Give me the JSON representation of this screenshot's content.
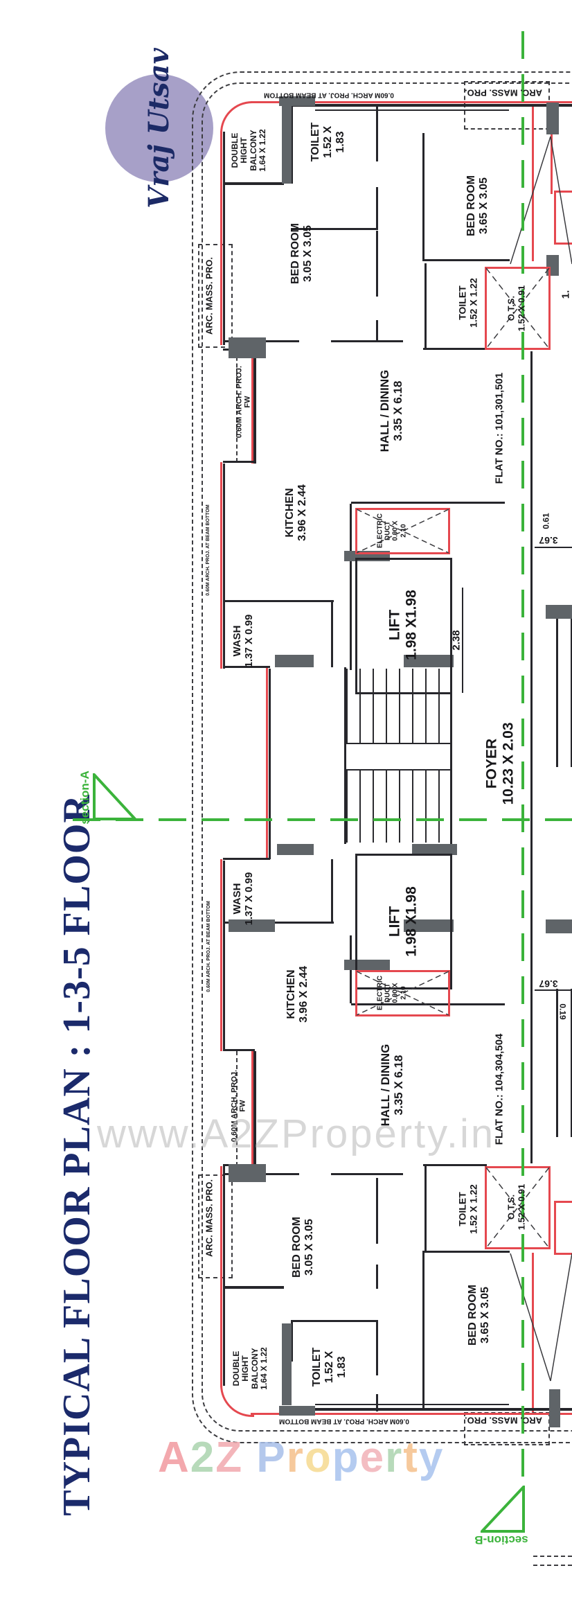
{
  "brand": {
    "line1": "Vraj",
    "line2": "Utsav",
    "circle_color": "#a7a0c8",
    "ink_color": "#1c2a66"
  },
  "title": "TYPICAL FLOOR PLAN : 1-3-5 FLOOR",
  "watermark": "www.A2ZProperty.in",
  "sections": {
    "a": "section-A",
    "b": "section-B",
    "green": "#3bb33b"
  },
  "accents": {
    "wall_red": "#e5484f",
    "wall_black": "#26262b",
    "column_gray": "#5f6468"
  },
  "annotations": {
    "beam_top": "0.60M ARCH. PROJ. AT BEAM BOTTOM",
    "beam_bottom": "0.60M ARCH. PROJ. AT BEAM BOTTOM",
    "beam_side_top": "0.60M ARCH. PROJ. AT BEAM BOTTOM",
    "beam_side_bottom": "0.60M ARCH. PROJ. AT BEAM BOTTOM",
    "arc_mass_left_top": "ARC. MASS. PRO.",
    "arc_mass_right_top": "ARC. MASS. PRO.",
    "arc_mass_left_bottom": "ARC. MASS. PRO.",
    "arc_mass_right_bottom": "ARC. MASS. PRO.",
    "arch_fw_top": {
      "l1": "0.60M ARCH. PROJ.",
      "l2": "FW"
    },
    "arch_fw_bottom": {
      "l1": "0.60M ARCH. PROJ.",
      "l2": "FW"
    }
  },
  "dims": {
    "lift_front": "2.38",
    "foyer_right_top": "3.67",
    "foyer_right_bottom": "3.67",
    "right_top": "0.61",
    "right_bottom": "0.19",
    "cut_right": "1."
  },
  "foyer": {
    "name": "FOYER",
    "size": "10.23 X 2.03"
  },
  "flat_top": {
    "flat_no": "FLAT NO.: 101,301,501",
    "balcony": {
      "l1": "DOUBLE",
      "l2": "HIGHT",
      "l3": "BALCONY",
      "size": "1.64 X 1.22"
    },
    "toilet_main": {
      "name": "TOILET",
      "s1": "1.52 X",
      "s2": "1.83"
    },
    "bedroom_left": {
      "name": "BED ROOM",
      "size": "3.05 X 3.05"
    },
    "bedroom_right": {
      "name": "BED ROOM",
      "size": "3.65 X 3.05"
    },
    "toilet_small": {
      "name": "TOILET",
      "size": "1.52 X 1.22"
    },
    "ots": {
      "name": "O.T.S.",
      "size": "1.52 X 0.91"
    },
    "hall": {
      "name": "HALL / DINING",
      "size": "3.35 X 6.18"
    },
    "kitchen": {
      "name": "KITCHEN",
      "size": "3.96 X 2.44"
    },
    "wash": {
      "name": "WASH",
      "size": "1.37 X 0.99"
    },
    "duct": {
      "l1": "ELECTRIC",
      "l2": "DUCT",
      "s1": "0.90 X",
      "s2": "2.10"
    },
    "lift": {
      "name": "LIFT",
      "size": "1.98 X1.98"
    }
  },
  "flat_bottom": {
    "flat_no": "FLAT NO.: 104,304,504",
    "balcony": {
      "l1": "DOUBLE",
      "l2": "HIGHT",
      "l3": "BALCONY",
      "size": "1.64 X 1.22"
    },
    "toilet_main": {
      "name": "TOILET",
      "s1": "1.52 X",
      "s2": "1.83"
    },
    "bedroom_left": {
      "name": "BED ROOM",
      "size": "3.05 X 3.05"
    },
    "bedroom_right": {
      "name": "BED ROOM",
      "size": "3.65 X 3.05"
    },
    "toilet_small": {
      "name": "TOILET",
      "size": "1.52 X 1.22"
    },
    "ots": {
      "name": "O.T.S.",
      "size": "1.52 X 0.91"
    },
    "hall": {
      "name": "HALL / DINING",
      "size": "3.35 X 6.18"
    },
    "kitchen": {
      "name": "KITCHEN",
      "size": "3.96 X 2.44"
    },
    "wash": {
      "name": "WASH",
      "size": "1.37 X 0.99"
    },
    "duct": {
      "l1": "ELECTRIC",
      "l2": "DUCT",
      "s1": "0.90 X",
      "s2": "2.10"
    },
    "lift": {
      "name": "LIFT",
      "size": "1.98 X1.98"
    }
  },
  "footer": {
    "letters": [
      {
        "ch": "A",
        "c": "#f2999f"
      },
      {
        "ch": "2",
        "c": "#abd4af"
      },
      {
        "ch": "Z",
        "c": "#f2a9ae"
      },
      {
        "ch": " ",
        "c": "#ffffff"
      },
      {
        "ch": "P",
        "c": "#a8bfe9"
      },
      {
        "ch": "r",
        "c": "#f5c08b"
      },
      {
        "ch": "o",
        "c": "#f6da90"
      },
      {
        "ch": "p",
        "c": "#a8c3ee"
      },
      {
        "ch": "e",
        "c": "#f2b2b8"
      },
      {
        "ch": "r",
        "c": "#abd4af"
      },
      {
        "ch": "t",
        "c": "#f5c08b"
      },
      {
        "ch": "y",
        "c": "#a8c3ee"
      }
    ]
  }
}
